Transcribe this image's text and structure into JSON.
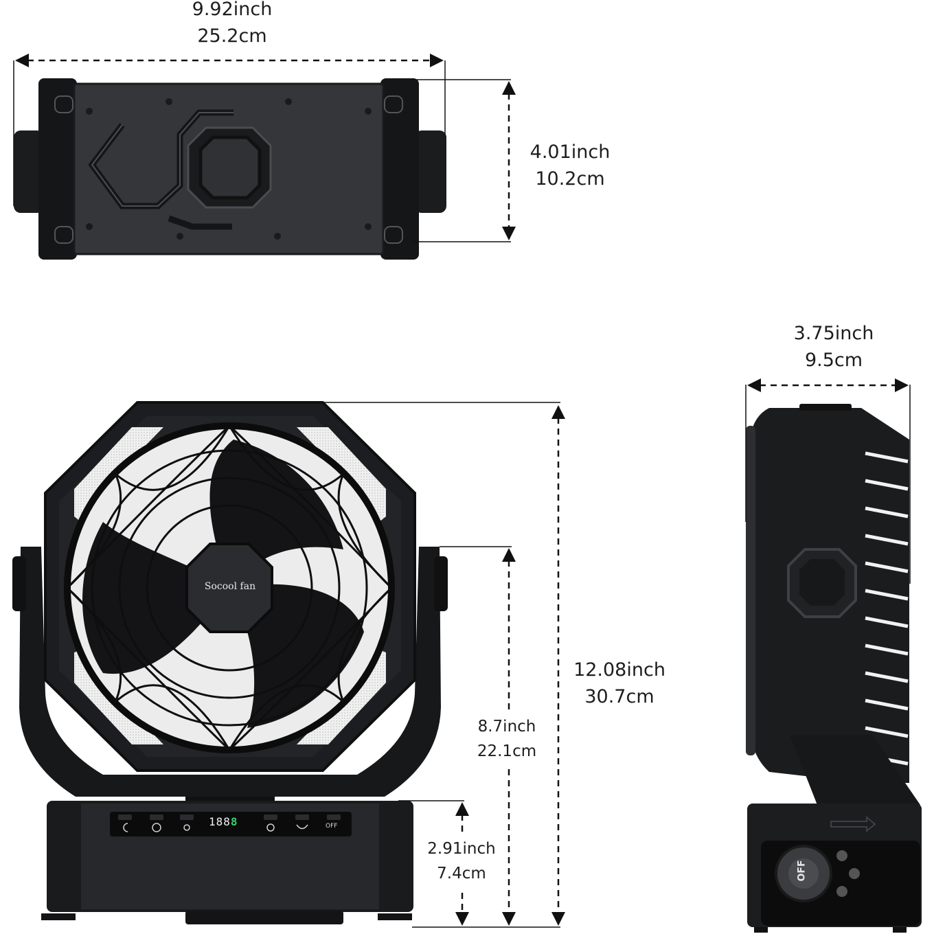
{
  "dimensions": {
    "top_width": {
      "inch": "9.92inch",
      "cm": "25.2cm"
    },
    "top_depth": {
      "inch": "4.01inch",
      "cm": "10.2cm"
    },
    "side_depth": {
      "inch": "3.75inch",
      "cm": "9.5cm"
    },
    "overall_height": {
      "inch": "12.08inch",
      "cm": "30.7cm"
    },
    "pivot_height": {
      "inch": "8.7inch",
      "cm": "22.1cm"
    },
    "base_height": {
      "inch": "2.91inch",
      "cm": "7.4cm"
    }
  },
  "product": {
    "brand": "Socool fan",
    "display_digits": "188",
    "display_level": "8",
    "off_button_label": "OFF",
    "dial_label": "OFF"
  },
  "colors": {
    "body": "#1e1f21",
    "panel": "#2e3033",
    "light_strip": "#e6e6e6",
    "display_green": "#2fd36a"
  }
}
